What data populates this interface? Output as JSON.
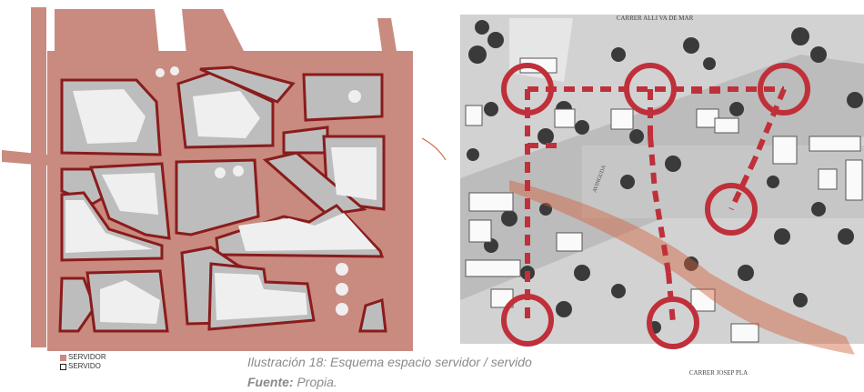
{
  "legend": {
    "items": [
      {
        "label": "SERVIDOR",
        "color": "#c98a80"
      },
      {
        "label": "SERVIDO",
        "color": "#ffffff"
      }
    ]
  },
  "caption": {
    "title": "Ilustración 18: Esquema espacio servidor / servido",
    "source_label": "Fuente:",
    "source_value": "Propia."
  },
  "map_labels": {
    "top": "CARRER ALLI VA DE MAR",
    "bottom": "CARRER JOSEP PLA",
    "avenue": "AVINGUDA"
  },
  "colors": {
    "servidor": "#c98a80",
    "outline": "#8a1c1c",
    "marker": "#c0303a",
    "ribbon": "#d2603c"
  }
}
